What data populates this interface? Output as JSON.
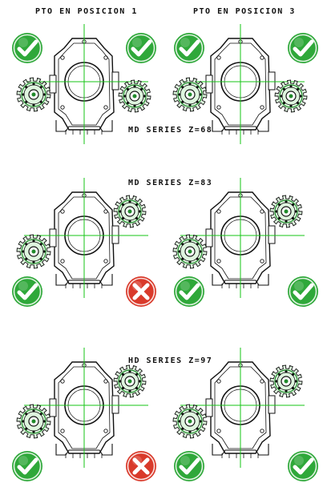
{
  "headers": {
    "left": "PTO EN POSICION 1",
    "right": "PTO EN POSICION 3"
  },
  "series": [
    {
      "label": "MD SERIES Z=68",
      "left_status": "ok",
      "right_status": "ok",
      "variant": "low"
    },
    {
      "label": "MD SERIES Z=83",
      "left_status": "ok",
      "right_status": "fail",
      "variant": "high",
      "right_fit_status": "ok",
      "right_fit_status2": "ok"
    },
    {
      "label": "HD SERIES Z=97",
      "left_status": "ok",
      "right_status": "fail",
      "variant": "high"
    }
  ],
  "icons": {
    "ok": "green-check-icon",
    "fail": "red-cross-icon"
  },
  "colors": {
    "ok": "#2fa83a",
    "fail": "#d93a2b",
    "axis": "#16c616",
    "line": "#111111",
    "gear": "#1f8a2a"
  }
}
